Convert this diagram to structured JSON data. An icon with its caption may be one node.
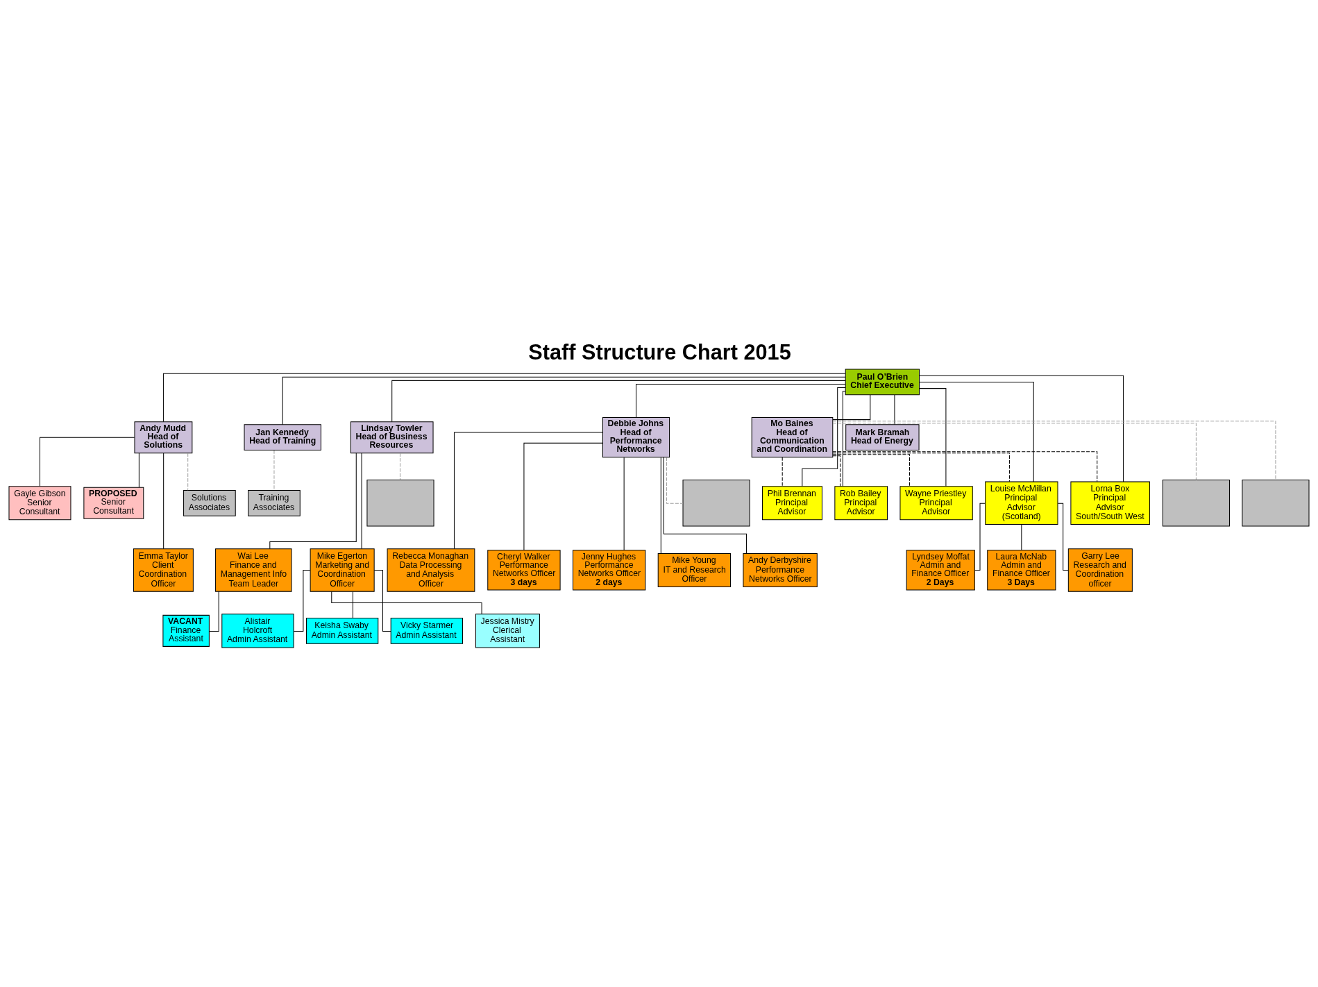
{
  "diagram": {
    "title": "Staff Structure Chart 2015",
    "nodes": [
      {
        "text": [
          "Paul O’Brien",
          "Chief Executive"
        ]
      },
      {
        "text": [
          "Andy Mudd",
          "Head of Solutions"
        ]
      },
      {
        "text": [
          "Jan Kennedy",
          "Head of Training"
        ]
      },
      {
        "text": [
          "Lindsay Towler",
          "Head of Business Resources"
        ]
      },
      {
        "text": [
          "Debbie Johns",
          "Head of Performance Networks"
        ]
      },
      {
        "text": [
          "Mo Baines",
          "Head of Communication and Coordination"
        ]
      },
      {
        "text": [
          "Mark Bramah",
          "Head of Energy"
        ]
      },
      {
        "text": [
          "Phil Brennan",
          "Principal Advisor"
        ]
      },
      {
        "text": [
          "Rob Bailey",
          "Principal Advisor"
        ]
      },
      {
        "text": [
          "Wayne Priestley",
          "Principal Advisor"
        ]
      },
      {
        "text": [
          "Louise McMillan",
          "Principal Advisor (Scotland)"
        ]
      },
      {
        "text": [
          "Lorna Box",
          "Principal Advisor South/South West"
        ]
      },
      {
        "text": [
          "Gayle Gibson",
          "Senior Consultant"
        ]
      },
      {
        "text": [
          "PROPOSED",
          "Senior Consultant"
        ]
      },
      {
        "text": [
          "Emma Taylor",
          "Client Coordination Officer"
        ]
      },
      {
        "text": [
          "Wai Lee",
          "Finance and Management Info Team Leader"
        ]
      },
      {
        "text": [
          "Mike Egerton",
          "Marketing and Coordination Officer"
        ]
      },
      {
        "text": [
          "Rebecca Monaghan",
          "Data Processing and Analysis Officer"
        ]
      },
      {
        "text": [
          "Cheryl Walker",
          "Performance Networks Officer",
          "3 days"
        ]
      },
      {
        "text": [
          "Jenny Hughes",
          "Performance Networks Officer",
          "2 days"
        ]
      },
      {
        "text": [
          "Mike Young",
          "IT and Research Officer"
        ]
      },
      {
        "text": [
          "Andy Derbyshire",
          "Performance Networks Officer"
        ]
      },
      {
        "text": [
          "Lyndsey Moffat",
          "Admin and Finance Officer",
          "2 Days"
        ]
      },
      {
        "text": [
          "Laura McNab",
          "Admin and Finance Officer",
          "3 Days"
        ]
      },
      {
        "text": [
          "Garry Lee",
          "Research and Coordination officer"
        ]
      },
      {
        "text": [
          "VACANT",
          "Finance Assistant"
        ]
      },
      {
        "text": [
          "Alistair Holcroft",
          "Admin Assistant"
        ]
      },
      {
        "text": [
          "Keisha Swaby",
          "Admin Assistant"
        ]
      },
      {
        "text": [
          "Vicky Starmer",
          "Admin Assistant"
        ]
      },
      {
        "text": [
          "Jessica Mistry",
          "Clerical Assistant"
        ]
      },
      {
        "text": [
          "Solutions Associates"
        ]
      },
      {
        "text": [
          "Training Associates"
        ]
      },
      {
        "text": [],
        "shape": "box"
      },
      {
        "text": [],
        "shape": "box"
      },
      {
        "text": [],
        "shape": "box"
      },
      {
        "text": [],
        "shape": "box"
      }
    ],
    "edges": [
      {
        "from": 0,
        "to": 1,
        "arrow": "none"
      },
      {
        "from": 0,
        "to": 2,
        "arrow": "none"
      },
      {
        "from": 0,
        "to": 3,
        "arrow": "none"
      },
      {
        "from": 0,
        "to": 4,
        "arrow": "none"
      },
      {
        "from": 0,
        "to": 5,
        "arrow": "none"
      },
      {
        "from": 0,
        "to": 6,
        "arrow": "none"
      },
      {
        "from": 0,
        "to": 7,
        "arrow": "none"
      },
      {
        "from": 0,
        "to": 8,
        "arrow": "none"
      },
      {
        "from": 0,
        "to": 9,
        "arrow": "none"
      },
      {
        "from": 0,
        "to": 10,
        "arrow": "none"
      },
      {
        "from": 0,
        "to": 11,
        "arrow": "none"
      },
      {
        "from": 5,
        "to": 7,
        "arrow": "none",
        "style": "dashed"
      },
      {
        "from": 5,
        "to": 8,
        "arrow": "none",
        "style": "dashed"
      },
      {
        "from": 5,
        "to": 9,
        "arrow": "none",
        "style": "dashed"
      },
      {
        "from": 5,
        "to": 10,
        "arrow": "none",
        "style": "dashed"
      },
      {
        "from": 5,
        "to": 11,
        "arrow": "none",
        "style": "dashed"
      },
      {
        "from": 1,
        "to": 12,
        "arrow": "none"
      },
      {
        "from": 1,
        "to": 13,
        "arrow": "none"
      },
      {
        "from": 1,
        "to": 14,
        "arrow": "none"
      },
      {
        "from": 3,
        "to": 15,
        "arrow": "none"
      },
      {
        "from": 3,
        "to": 16,
        "arrow": "none"
      },
      {
        "from": 4,
        "to": 17,
        "arrow": "none"
      },
      {
        "from": 4,
        "to": 18,
        "arrow": "none"
      },
      {
        "from": 4,
        "to": 19,
        "arrow": "none"
      },
      {
        "from": 4,
        "to": 20,
        "arrow": "none"
      },
      {
        "from": 4,
        "to": 21,
        "arrow": "none"
      },
      {
        "from": 10,
        "to": 22,
        "arrow": "none"
      },
      {
        "from": 10,
        "to": 23,
        "arrow": "none"
      },
      {
        "from": 10,
        "to": 24,
        "arrow": "none"
      },
      {
        "from": 15,
        "to": 25,
        "arrow": "none"
      },
      {
        "from": 16,
        "to": 26,
        "arrow": "none"
      },
      {
        "from": 16,
        "to": 27,
        "arrow": "none"
      },
      {
        "from": 16,
        "to": 28,
        "arrow": "none"
      },
      {
        "from": 16,
        "to": 29,
        "arrow": "none"
      },
      {
        "from": 1,
        "to": 30,
        "arrow": "none",
        "style": "dashed",
        "color": "#a0a0a0"
      },
      {
        "from": 2,
        "to": 31,
        "arrow": "none",
        "style": "dashed",
        "color": "#a0a0a0"
      },
      {
        "from": 3,
        "to": 32,
        "arrow": "none",
        "style": "dashed",
        "color": "#a0a0a0"
      },
      {
        "from": 4,
        "to": 33,
        "arrow": "none",
        "style": "dashed",
        "color": "#a0a0a0"
      },
      {
        "from": 5,
        "to": 34,
        "arrow": "none",
        "style": "dashed",
        "color": "#a0a0a0"
      },
      {
        "from": 5,
        "to": 35,
        "arrow": "none",
        "style": "dashed",
        "color": "#a0a0a0"
      }
    ]
  }
}
